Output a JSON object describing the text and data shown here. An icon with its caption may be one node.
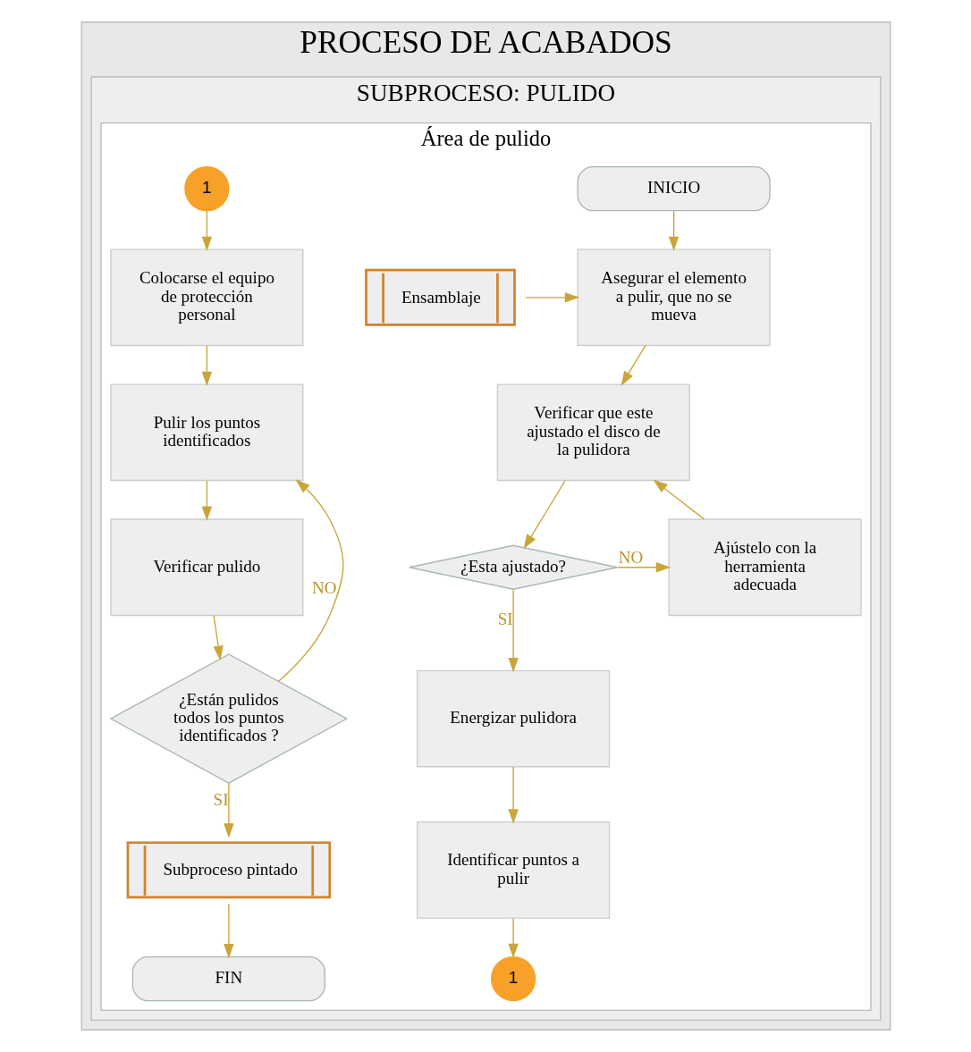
{
  "diagram": {
    "nodes": [
      {
        "text": [
          "PROCESO DE ACABADOS"
        ]
      },
      {
        "text": [
          "SUBPROCESO: PULIDO"
        ],
        "in": 0
      },
      {
        "text": [
          "Área de pulido"
        ],
        "in": 1
      },
      {
        "text": [
          "INICIO"
        ],
        "in": 2
      },
      {
        "text": [
          "Ensamblaje"
        ],
        "in": 2
      },
      {
        "text": [
          "Asegurar el elemento a pulir, que no se mueva"
        ],
        "in": 2
      },
      {
        "text": [
          "Verificar que este ajustado el disco de la pulidora"
        ],
        "in": 2
      },
      {
        "text": [
          "¿Esta ajustado?"
        ],
        "in": 2
      },
      {
        "text": [
          "Ajústelo con la herramienta adecuada"
        ],
        "in": 2
      },
      {
        "text": [
          "Energizar pulidora"
        ],
        "in": 2
      },
      {
        "text": [
          "Identificar puntos a pulir"
        ],
        "in": 2
      },
      {
        "text": [
          "1"
        ],
        "in": 2
      },
      {
        "text": [
          "1"
        ],
        "in": 2
      },
      {
        "text": [
          "Colocarse el equipo de protección personal"
        ],
        "in": 2
      },
      {
        "text": [
          "Pulir los puntos identificados"
        ],
        "in": 2
      },
      {
        "text": [
          "Verificar pulido"
        ],
        "in": 2
      },
      {
        "text": [
          "¿Están pulidos todos los puntos identificados ?"
        ],
        "in": 2
      },
      {
        "text": [
          "Subproceso pintado"
        ],
        "in": 2
      },
      {
        "text": [
          "FIN"
        ],
        "in": 2
      }
    ],
    "edges": [
      {
        "from": 3,
        "to": 5,
        "arrow": "to"
      },
      {
        "from": 4,
        "to": 5,
        "arrow": "to"
      },
      {
        "from": 5,
        "to": 6,
        "arrow": "to"
      },
      {
        "from": 6,
        "to": 7,
        "arrow": "to"
      },
      {
        "from": 7,
        "to": 8,
        "arrow": "to",
        "label": "NO"
      },
      {
        "from": 8,
        "to": 6,
        "arrow": "to"
      },
      {
        "from": 7,
        "to": 9,
        "arrow": "to",
        "label": "SI"
      },
      {
        "from": 9,
        "to": 10,
        "arrow": "to"
      },
      {
        "from": 10,
        "to": 11,
        "arrow": "to"
      },
      {
        "from": 12,
        "to": 13,
        "arrow": "to"
      },
      {
        "from": 13,
        "to": 14,
        "arrow": "to"
      },
      {
        "from": 14,
        "to": 15,
        "arrow": "to"
      },
      {
        "from": 15,
        "to": 16,
        "arrow": "to"
      },
      {
        "from": 16,
        "to": 14,
        "arrow": "to",
        "label": "NO"
      },
      {
        "from": 16,
        "to": 17,
        "arrow": "to",
        "label": "SI"
      },
      {
        "from": 17,
        "to": 18,
        "arrow": "to"
      }
    ]
  }
}
